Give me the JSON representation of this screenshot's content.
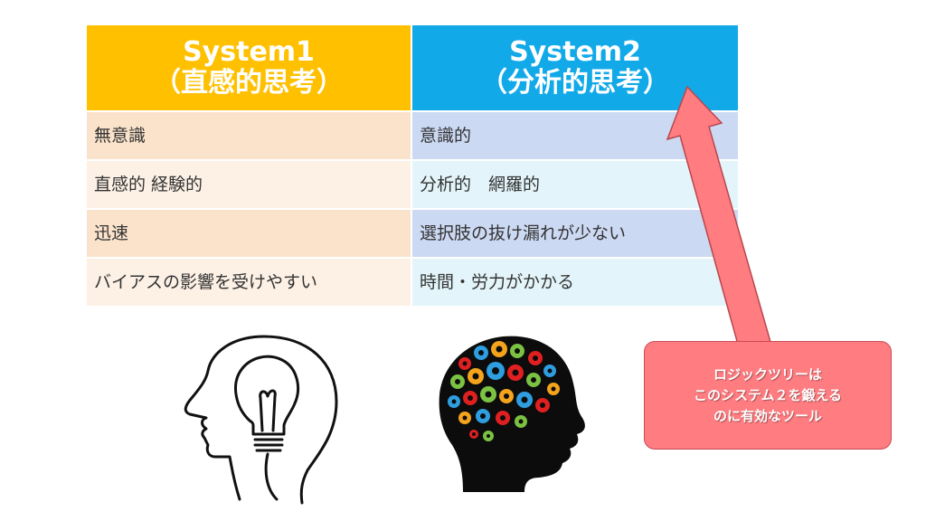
{
  "table": {
    "col1_header": [
      "System1",
      "（直感的思考）"
    ],
    "col2_header": [
      "System2",
      "（分析的思考）"
    ],
    "rows": [
      [
        "無意識",
        "意識的"
      ],
      [
        "直感的 経験的",
        "分析的　網羅的"
      ],
      [
        "迅速",
        "選択肢の抜け漏れが少ない"
      ],
      [
        "バイアスの影響を受けやすい",
        "時間・労力がかかる"
      ]
    ]
  },
  "callout": {
    "lines": [
      "ロジックツリーは",
      "このシステム２を鍛える",
      "のに有効なツール"
    ]
  },
  "icons": {
    "left": "lightbulb-head-icon",
    "right": "gear-brain-head-icon",
    "arrow": "arrow-icon"
  },
  "colors": {
    "system1_header": "#FFC000",
    "system2_header": "#12A9E8",
    "callout": "#FF7C80"
  }
}
